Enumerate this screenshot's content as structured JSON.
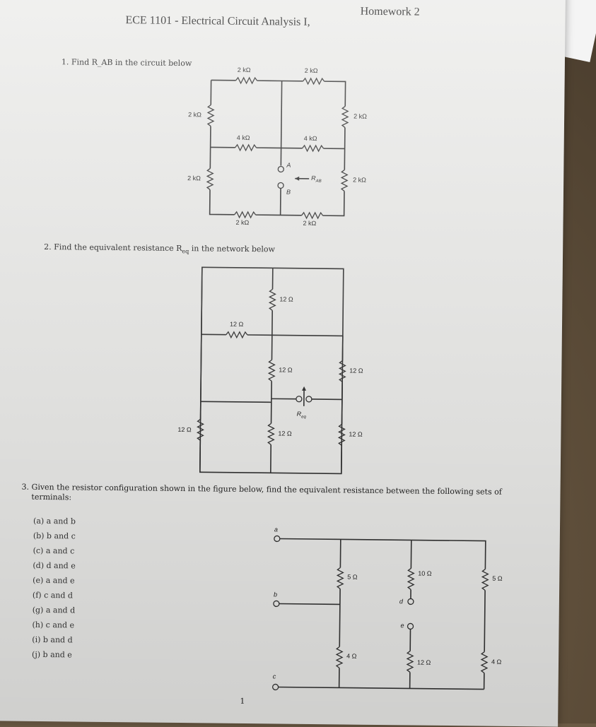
{
  "header": {
    "course": "ECE 1101 - Electrical Circuit Analysis I,",
    "assignment": "Homework 2"
  },
  "problem1": {
    "text": "1. Find Rₐᵦ in the circuit below",
    "text_plain": "1. Find R_AB in the circuit below",
    "resistors": {
      "top_left": "2 kΩ",
      "top_right": "2 kΩ",
      "left_upper": "2 kΩ",
      "right_upper": "2 kΩ",
      "mid_left": "4 kΩ",
      "mid_right": "4 kΩ",
      "left_lower": "2 kΩ",
      "right_lower": "2 kΩ",
      "bottom_left": "2 kΩ",
      "bottom_right": "2 kΩ"
    },
    "terminal_a": "A",
    "terminal_b": "B",
    "arrow_label": "R",
    "arrow_sub": "AB"
  },
  "problem2": {
    "text": "2. Find the equivalent resistance R",
    "text_sub": "eq",
    "text_tail": "in the network below",
    "resistors": {
      "top_center": "12 Ω",
      "mid_horizontal": "12 Ω",
      "center_upper": "12 Ω",
      "right_upper": "12 Ω",
      "left": "12 Ω",
      "center_lower": "12 Ω",
      "right_lower": "12 Ω"
    },
    "arrow_label": "R",
    "arrow_sub": "eq"
  },
  "problem3": {
    "text_line1": "3. Given the resistor configuration shown in the figure below, find the equivalent resistance between the following sets of",
    "text_line2": "terminals:",
    "options": [
      "(a) a and b",
      "(b) b and c",
      "(c) a and c",
      "(d) d and e",
      "(e) a and e",
      "(f) c and d",
      "(g) a and d",
      "(h) c and e",
      "(i) b and d",
      "(j) b and e"
    ],
    "terminals": {
      "a": "a",
      "b": "b",
      "c": "c",
      "d": "d",
      "e": "e"
    },
    "resistors": {
      "r5_left": "5 Ω",
      "r10": "10 Ω",
      "r5_right": "5 Ω",
      "r4_left": "4 Ω",
      "r12": "12 Ω",
      "r4_right": "4 Ω"
    }
  },
  "footer": {
    "page_number": "1"
  }
}
